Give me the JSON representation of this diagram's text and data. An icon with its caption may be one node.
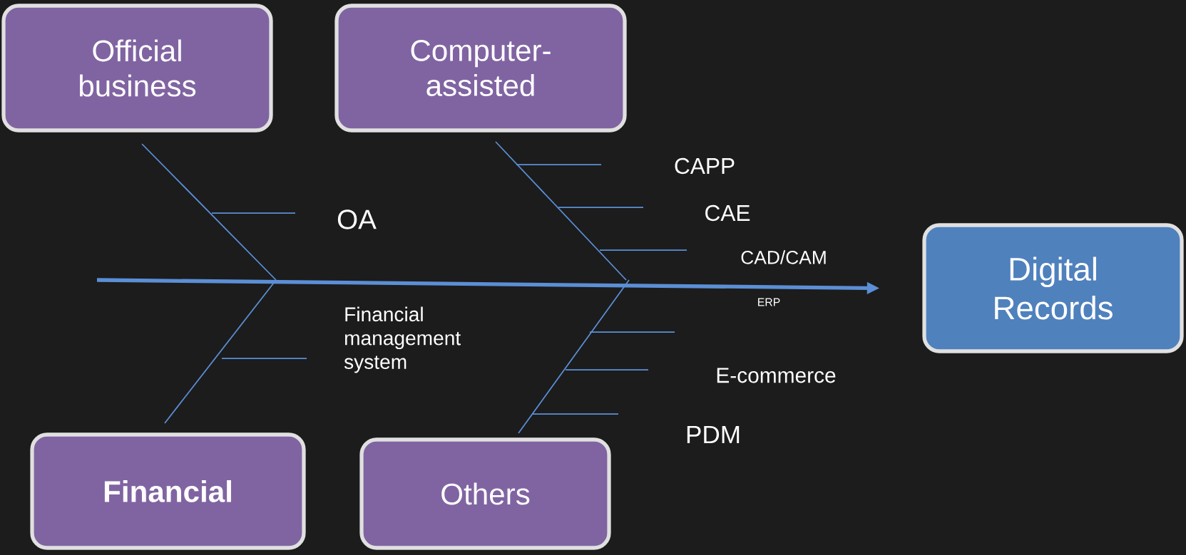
{
  "diagram": {
    "nodes": [
      {
        "text": [
          "Official business"
        ]
      },
      {
        "text": [
          "Computer-assisted"
        ]
      },
      {
        "text": [
          "Financial"
        ]
      },
      {
        "text": [
          "Others"
        ]
      },
      {
        "text": [
          "Digital Records"
        ]
      }
    ],
    "edges": [
      {
        "from": null,
        "to": 4,
        "arrow": "to"
      }
    ],
    "labels": [
      "CAPP",
      "OA",
      "CAE",
      "CAD/CAM",
      "ERP",
      "Financial management system",
      "E-commerce",
      "PDM"
    ]
  }
}
